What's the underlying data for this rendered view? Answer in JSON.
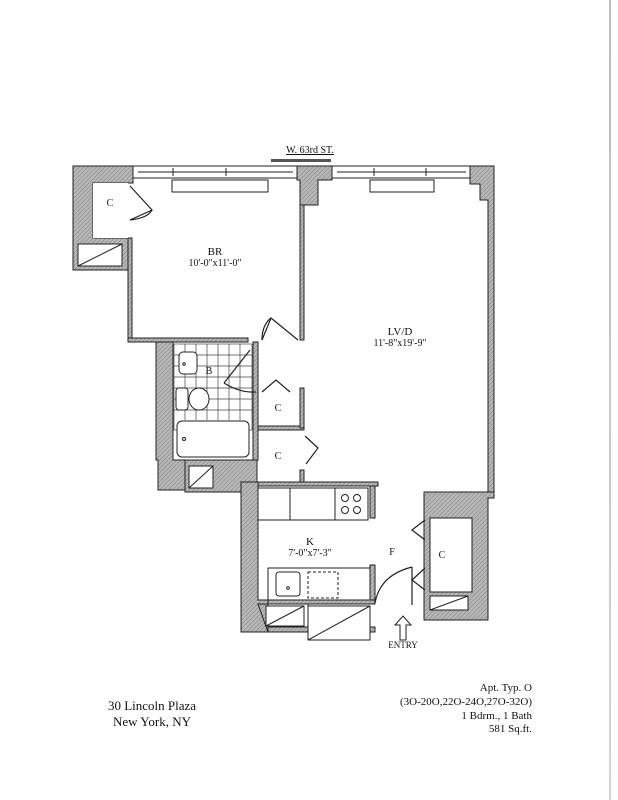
{
  "street_label": "W. 63rd ST.",
  "rooms": {
    "bedroom": {
      "name": "BR",
      "dimensions": "10'-0\"x11'-0\""
    },
    "living_dining": {
      "name": "LV/D",
      "dimensions": "11'-8\"x19'-9\""
    },
    "kitchen": {
      "name": "K",
      "dimensions": "7'-0\"x7'-3\""
    },
    "bath": {
      "name": "B"
    },
    "foyer": {
      "name": "F"
    },
    "closets": [
      "C",
      "C",
      "C",
      "C"
    ]
  },
  "entry_label": "ENTRY",
  "address": {
    "line1": "30 Lincoln Plaza",
    "line2": "New York, NY"
  },
  "apartment_info": {
    "type": "Apt. Typ. O",
    "lines": "(3O-20O,22O-24O,27O-32O)",
    "layout": "1 Bdrm., 1 Bath",
    "area": "581 Sq.ft."
  },
  "colors": {
    "wall_fill": "#9a9a9a",
    "line": "#222222",
    "page_edge": "#c8c8c8"
  }
}
